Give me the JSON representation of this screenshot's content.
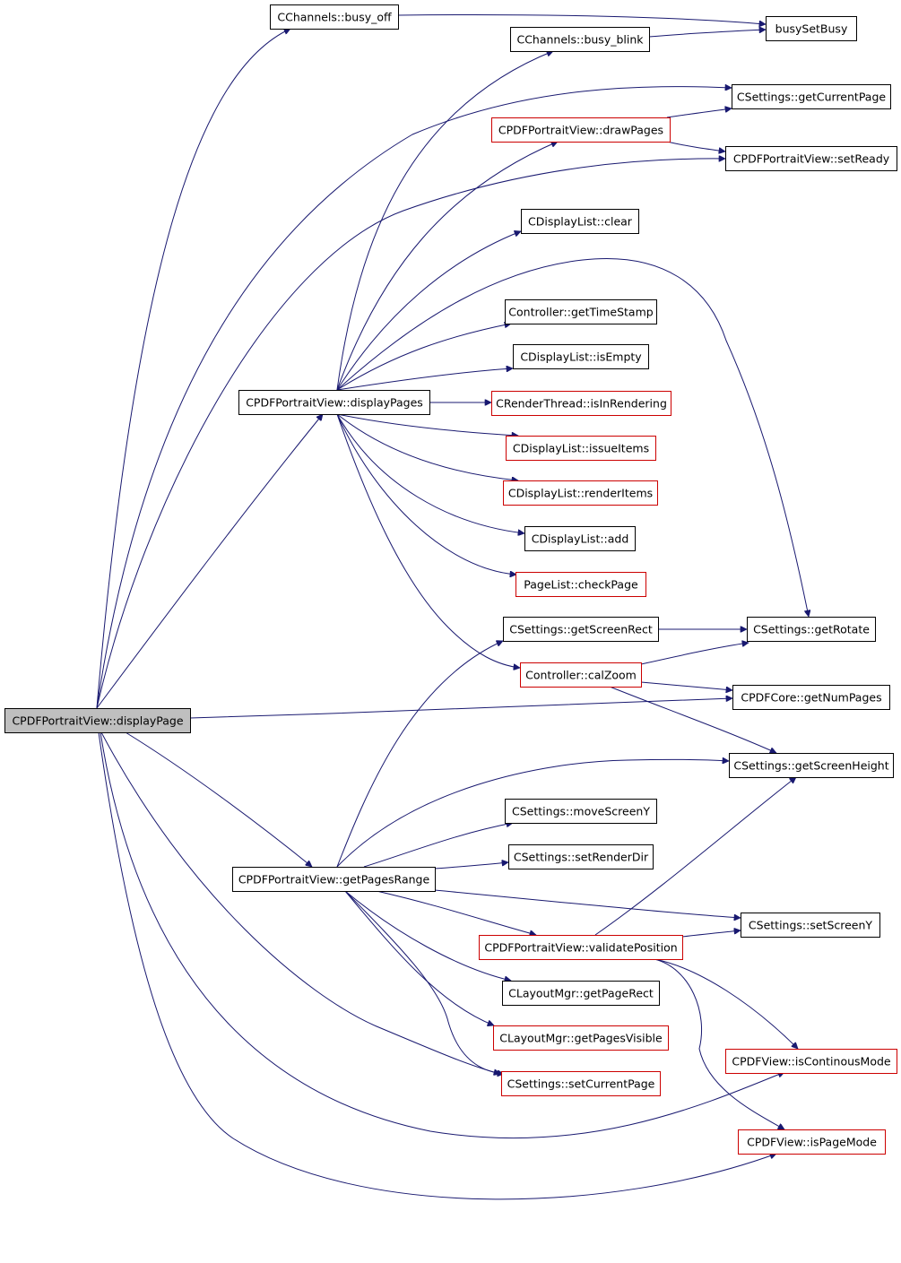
{
  "graph": {
    "colors": {
      "edge": "#191970",
      "node_border_default": "#000000",
      "node_border_linked": "#cc0000",
      "node_fill_default": "#ffffff",
      "node_fill_root": "#bfbfbf"
    },
    "nodes": [
      {
        "id": "displayPage",
        "label": "CPDFPortraitView::displayPage",
        "style": "root"
      },
      {
        "id": "busy_off",
        "label": "CChannels::busy_off",
        "style": "black"
      },
      {
        "id": "busySetBusy",
        "label": "busySetBusy",
        "style": "black"
      },
      {
        "id": "busy_blink",
        "label": "CChannels::busy_blink",
        "style": "black"
      },
      {
        "id": "getCurrentPage",
        "label": "CSettings::getCurrentPage",
        "style": "black"
      },
      {
        "id": "drawPages",
        "label": "CPDFPortraitView::drawPages",
        "style": "red"
      },
      {
        "id": "setReady",
        "label": "CPDFPortraitView::setReady",
        "style": "black"
      },
      {
        "id": "clear",
        "label": "CDisplayList::clear",
        "style": "black"
      },
      {
        "id": "getTimeStamp",
        "label": "Controller::getTimeStamp",
        "style": "black"
      },
      {
        "id": "isEmpty",
        "label": "CDisplayList::isEmpty",
        "style": "black"
      },
      {
        "id": "displayPages",
        "label": "CPDFPortraitView::displayPages",
        "style": "black"
      },
      {
        "id": "isInRendering",
        "label": "CRenderThread::isInRendering",
        "style": "red"
      },
      {
        "id": "issueItems",
        "label": "CDisplayList::issueItems",
        "style": "red"
      },
      {
        "id": "renderItems",
        "label": "CDisplayList::renderItems",
        "style": "red"
      },
      {
        "id": "add",
        "label": "CDisplayList::add",
        "style": "black"
      },
      {
        "id": "checkPage",
        "label": "PageList::checkPage",
        "style": "red"
      },
      {
        "id": "getScreenRect",
        "label": "CSettings::getScreenRect",
        "style": "black"
      },
      {
        "id": "getRotate",
        "label": "CSettings::getRotate",
        "style": "black"
      },
      {
        "id": "calZoom",
        "label": "Controller::calZoom",
        "style": "red"
      },
      {
        "id": "getNumPages",
        "label": "CPDFCore::getNumPages",
        "style": "black"
      },
      {
        "id": "getScreenHeight",
        "label": "CSettings::getScreenHeight",
        "style": "black"
      },
      {
        "id": "moveScreenY",
        "label": "CSettings::moveScreenY",
        "style": "black"
      },
      {
        "id": "setRenderDir",
        "label": "CSettings::setRenderDir",
        "style": "black"
      },
      {
        "id": "getPagesRange",
        "label": "CPDFPortraitView::getPagesRange",
        "style": "black"
      },
      {
        "id": "setScreenY",
        "label": "CSettings::setScreenY",
        "style": "black"
      },
      {
        "id": "validatePosition",
        "label": "CPDFPortraitView::validatePosition",
        "style": "red"
      },
      {
        "id": "getPageRect",
        "label": "CLayoutMgr::getPageRect",
        "style": "black"
      },
      {
        "id": "getPagesVisible",
        "label": "CLayoutMgr::getPagesVisible",
        "style": "red"
      },
      {
        "id": "isContinousMode",
        "label": "CPDFView::isContinousMode",
        "style": "red"
      },
      {
        "id": "setCurrentPage",
        "label": "CSettings::setCurrentPage",
        "style": "red"
      },
      {
        "id": "isPageMode",
        "label": "CPDFView::isPageMode",
        "style": "red"
      }
    ],
    "edges": [
      {
        "from": "displayPage",
        "to": "busy_off"
      },
      {
        "from": "displayPage",
        "to": "getCurrentPage"
      },
      {
        "from": "displayPage",
        "to": "setReady"
      },
      {
        "from": "displayPage",
        "to": "displayPages"
      },
      {
        "from": "displayPage",
        "to": "getNumPages"
      },
      {
        "from": "displayPage",
        "to": "getPagesRange"
      },
      {
        "from": "displayPage",
        "to": "setCurrentPage"
      },
      {
        "from": "displayPage",
        "to": "isContinousMode"
      },
      {
        "from": "displayPage",
        "to": "isPageMode"
      },
      {
        "from": "busy_off",
        "to": "busySetBusy"
      },
      {
        "from": "busy_blink",
        "to": "busySetBusy"
      },
      {
        "from": "drawPages",
        "to": "getCurrentPage"
      },
      {
        "from": "drawPages",
        "to": "setReady"
      },
      {
        "from": "displayPages",
        "to": "busy_blink"
      },
      {
        "from": "displayPages",
        "to": "drawPages"
      },
      {
        "from": "displayPages",
        "to": "clear"
      },
      {
        "from": "displayPages",
        "to": "getRotate"
      },
      {
        "from": "displayPages",
        "to": "getTimeStamp"
      },
      {
        "from": "displayPages",
        "to": "isEmpty"
      },
      {
        "from": "displayPages",
        "to": "isInRendering"
      },
      {
        "from": "displayPages",
        "to": "issueItems"
      },
      {
        "from": "displayPages",
        "to": "renderItems"
      },
      {
        "from": "displayPages",
        "to": "add"
      },
      {
        "from": "displayPages",
        "to": "checkPage"
      },
      {
        "from": "displayPages",
        "to": "calZoom"
      },
      {
        "from": "getScreenRect",
        "to": "getRotate"
      },
      {
        "from": "calZoom",
        "to": "getRotate"
      },
      {
        "from": "calZoom",
        "to": "getNumPages"
      },
      {
        "from": "calZoom",
        "to": "getScreenHeight"
      },
      {
        "from": "getPagesRange",
        "to": "getScreenRect"
      },
      {
        "from": "getPagesRange",
        "to": "getScreenHeight"
      },
      {
        "from": "getPagesRange",
        "to": "moveScreenY"
      },
      {
        "from": "getPagesRange",
        "to": "setRenderDir"
      },
      {
        "from": "getPagesRange",
        "to": "setScreenY"
      },
      {
        "from": "getPagesRange",
        "to": "validatePosition"
      },
      {
        "from": "getPagesRange",
        "to": "getPageRect"
      },
      {
        "from": "getPagesRange",
        "to": "getPagesVisible"
      },
      {
        "from": "getPagesRange",
        "to": "setCurrentPage"
      },
      {
        "from": "validatePosition",
        "to": "getScreenHeight"
      },
      {
        "from": "validatePosition",
        "to": "setScreenY"
      },
      {
        "from": "validatePosition",
        "to": "isContinousMode"
      },
      {
        "from": "validatePosition",
        "to": "isPageMode"
      }
    ]
  }
}
